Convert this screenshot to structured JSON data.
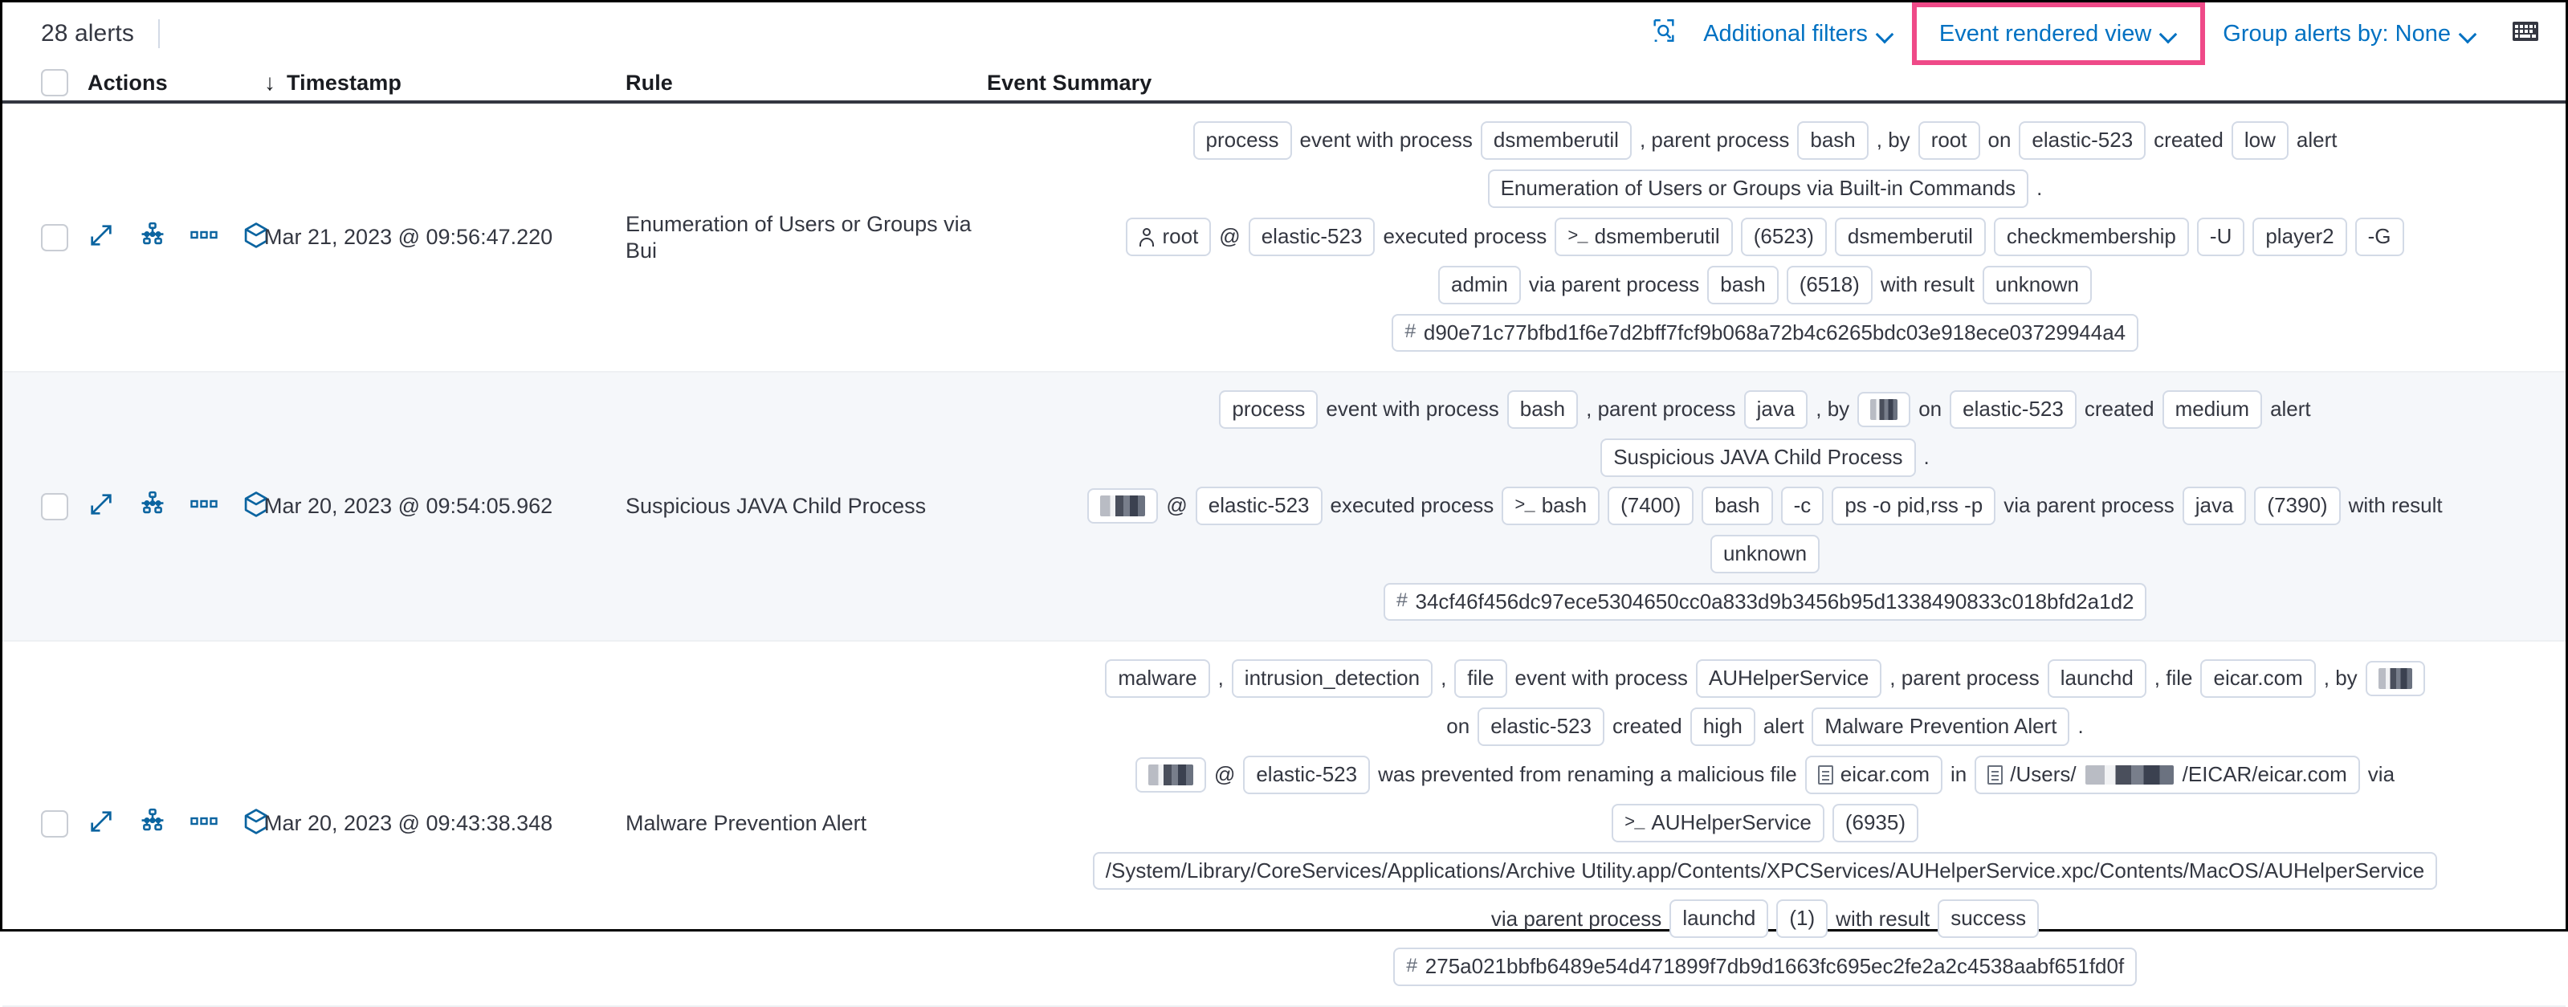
{
  "toolbar": {
    "alert_count": "28 alerts",
    "additional_filters": "Additional filters",
    "event_rendered_view": "Event rendered view",
    "group_alerts_by": "Group alerts by: None",
    "icons": {
      "inspect": "inspect-search-icon",
      "keyboard": "keyboard-icon"
    },
    "highlight_color": "#ef4a88",
    "link_color": "#0071c2"
  },
  "table": {
    "columns": {
      "actions": "Actions",
      "timestamp": "Timestamp",
      "rule": "Rule",
      "event_summary": "Event Summary",
      "sort_indicator": "↓"
    },
    "rows": [
      {
        "timestamp": "Mar 21, 2023 @ 09:56:47.220",
        "rule": "Enumeration of Users or Groups via Bui",
        "severity": "low",
        "host": "elastic-523",
        "hash": "d90e71c77bfbd1f6e7d2bff7fcf9b068a72b4c6265bdc03e918ece03729944a4",
        "lines": [
          [
            {
              "t": "pill",
              "v": "process"
            },
            {
              "t": "txt",
              "v": "event with process"
            },
            {
              "t": "pill",
              "v": "dsmemberutil"
            },
            {
              "t": "txt",
              "v": ", parent process"
            },
            {
              "t": "pill",
              "v": "bash"
            },
            {
              "t": "txt",
              "v": ", by"
            },
            {
              "t": "pill",
              "v": "root"
            },
            {
              "t": "txt",
              "v": "on"
            },
            {
              "t": "pill",
              "v": "elastic-523"
            },
            {
              "t": "txt",
              "v": "created"
            },
            {
              "t": "pill",
              "v": "low"
            },
            {
              "t": "txt",
              "v": "alert"
            }
          ],
          [
            {
              "t": "pill",
              "v": "Enumeration of Users or Groups via Built-in Commands"
            },
            {
              "t": "txt",
              "v": "."
            }
          ],
          [
            {
              "t": "pill",
              "v": "root",
              "icon": "user"
            },
            {
              "t": "txt",
              "v": "@"
            },
            {
              "t": "pill",
              "v": "elastic-523"
            },
            {
              "t": "txt",
              "v": "executed process"
            },
            {
              "t": "pill",
              "v": "dsmemberutil",
              "icon": "terminal"
            },
            {
              "t": "pill",
              "v": "(6523)"
            },
            {
              "t": "pill",
              "v": "dsmemberutil"
            },
            {
              "t": "pill",
              "v": "checkmembership"
            },
            {
              "t": "pill",
              "v": "-U"
            },
            {
              "t": "pill",
              "v": "player2"
            },
            {
              "t": "pill",
              "v": "-G"
            }
          ],
          [
            {
              "t": "pill",
              "v": "admin"
            },
            {
              "t": "txt",
              "v": "via parent process"
            },
            {
              "t": "pill",
              "v": "bash"
            },
            {
              "t": "pill",
              "v": "(6518)"
            },
            {
              "t": "txt",
              "v": "with result"
            },
            {
              "t": "pill",
              "v": "unknown"
            }
          ],
          [
            {
              "t": "pill",
              "v": "d90e71c77bfbd1f6e7d2bff7fcf9b068a72b4c6265bdc03e918ece03729944a4",
              "icon": "hash"
            }
          ]
        ]
      },
      {
        "timestamp": "Mar 20, 2023 @ 09:54:05.962",
        "rule": "Suspicious JAVA Child Process",
        "severity": "medium",
        "host": "elastic-523",
        "hash": "34cf46f456dc97ece5304650cc0a833d9b3456b95d1338490833c018bfd2a1d2",
        "lines": [
          [
            {
              "t": "pill",
              "v": "process"
            },
            {
              "t": "txt",
              "v": "event with process"
            },
            {
              "t": "pill",
              "v": "bash"
            },
            {
              "t": "txt",
              "v": ", parent process"
            },
            {
              "t": "pill",
              "v": "java"
            },
            {
              "t": "txt",
              "v": ", by"
            },
            {
              "t": "pill",
              "v": "",
              "redact": "w1"
            },
            {
              "t": "txt",
              "v": "on"
            },
            {
              "t": "pill",
              "v": "elastic-523"
            },
            {
              "t": "txt",
              "v": "created"
            },
            {
              "t": "pill",
              "v": "medium"
            },
            {
              "t": "txt",
              "v": "alert"
            }
          ],
          [
            {
              "t": "pill",
              "v": "Suspicious JAVA Child Process"
            },
            {
              "t": "txt",
              "v": "."
            }
          ],
          [
            {
              "t": "pill",
              "v": "",
              "redact": "w2"
            },
            {
              "t": "txt",
              "v": "@"
            },
            {
              "t": "pill",
              "v": "elastic-523"
            },
            {
              "t": "txt",
              "v": "executed process"
            },
            {
              "t": "pill",
              "v": "bash",
              "icon": "terminal"
            },
            {
              "t": "pill",
              "v": "(7400)"
            },
            {
              "t": "pill",
              "v": "bash"
            },
            {
              "t": "pill",
              "v": "-c"
            },
            {
              "t": "pill",
              "v": "ps -o pid,rss -p"
            },
            {
              "t": "txt",
              "v": "via parent process"
            },
            {
              "t": "pill",
              "v": "java"
            },
            {
              "t": "pill",
              "v": "(7390)"
            },
            {
              "t": "txt",
              "v": "with result"
            }
          ],
          [
            {
              "t": "pill",
              "v": "unknown"
            }
          ],
          [
            {
              "t": "pill",
              "v": "34cf46f456dc97ece5304650cc0a833d9b3456b95d1338490833c018bfd2a1d2",
              "icon": "hash"
            }
          ]
        ]
      },
      {
        "timestamp": "Mar 20, 2023 @ 09:43:38.348",
        "rule": "Malware Prevention Alert",
        "severity": "high",
        "host": "elastic-523",
        "hash": "275a021bbfb6489e54d471899f7db9d1663fc695ec2fe2a2c4538aabf651fd0f",
        "lines": [
          [
            {
              "t": "pill",
              "v": "malware"
            },
            {
              "t": "txt",
              "v": ","
            },
            {
              "t": "pill",
              "v": "intrusion_detection"
            },
            {
              "t": "txt",
              "v": ","
            },
            {
              "t": "pill",
              "v": "file"
            },
            {
              "t": "txt",
              "v": "event with process"
            },
            {
              "t": "pill",
              "v": "AUHelperService"
            },
            {
              "t": "txt",
              "v": ", parent process"
            },
            {
              "t": "pill",
              "v": "launchd"
            },
            {
              "t": "txt",
              "v": ", file"
            },
            {
              "t": "pill",
              "v": "eicar.com"
            },
            {
              "t": "txt",
              "v": ", by"
            },
            {
              "t": "pill",
              "v": "",
              "redact": "w3"
            }
          ],
          [
            {
              "t": "txt",
              "v": "on"
            },
            {
              "t": "pill",
              "v": "elastic-523"
            },
            {
              "t": "txt",
              "v": "created"
            },
            {
              "t": "pill",
              "v": "high"
            },
            {
              "t": "txt",
              "v": "alert"
            },
            {
              "t": "pill",
              "v": "Malware Prevention Alert"
            },
            {
              "t": "txt",
              "v": "."
            }
          ],
          [
            {
              "t": "pill",
              "v": "",
              "redact": "w2"
            },
            {
              "t": "txt",
              "v": "@"
            },
            {
              "t": "pill",
              "v": "elastic-523"
            },
            {
              "t": "txt",
              "v": "was prevented from renaming a malicious file"
            },
            {
              "t": "pill",
              "v": "eicar.com",
              "icon": "file"
            },
            {
              "t": "txt",
              "v": "in"
            },
            {
              "t": "pill",
              "v": "/Users/",
              "suffix": "/EICAR/eicar.com",
              "icon": "file",
              "redactinline": true
            },
            {
              "t": "txt",
              "v": "via"
            }
          ],
          [
            {
              "t": "pill",
              "v": "AUHelperService",
              "icon": "terminal"
            },
            {
              "t": "pill",
              "v": "(6935)"
            }
          ],
          [
            {
              "t": "pill",
              "v": "/System/Library/CoreServices/Applications/Archive Utility.app/Contents/XPCServices/AUHelperService.xpc/Contents/MacOS/AUHelperService"
            }
          ],
          [
            {
              "t": "txt",
              "v": "via parent process"
            },
            {
              "t": "pill",
              "v": "launchd"
            },
            {
              "t": "pill",
              "v": "(1)"
            },
            {
              "t": "txt",
              "v": "with result"
            },
            {
              "t": "pill",
              "v": "success"
            }
          ],
          [
            {
              "t": "pill",
              "v": "275a021bbfb6489e54d471899f7db9d1663fc695ec2fe2a2c4538aabf651fd0f",
              "icon": "hash"
            }
          ]
        ]
      }
    ],
    "row_actions": [
      "expand-icon",
      "analyzer-icon",
      "more-actions-icon",
      "session-view-icon"
    ]
  }
}
